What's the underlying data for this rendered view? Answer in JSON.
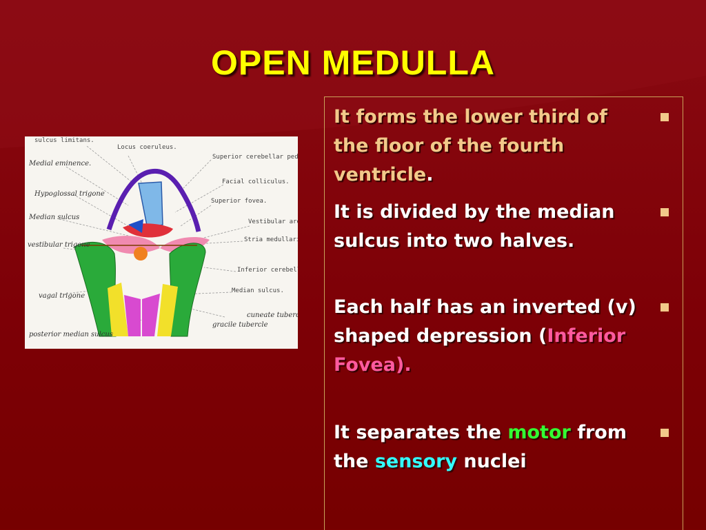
{
  "slide": {
    "title": "OPEN MEDULLA",
    "colors": {
      "background": "#7a0000",
      "title": "#ffff00",
      "bullet": "#f2c98a",
      "panel_border": "#c9a35a",
      "pink_highlight": "#ff5a9e",
      "motor_green": "#33ff33",
      "sensory_cyan": "#33ffff"
    }
  },
  "figure": {
    "labels": {
      "sulcus_limitans": "sulcus limitans.",
      "locus_coeruleus": "Locus coeruleus.",
      "superior_cerebellar_peduncle": "Superior cerebellar peduncle.",
      "medial_eminence": "Medial eminence.",
      "facial_colliculus": "Facial colliculus.",
      "superior_fovea": "Superior fovea.",
      "hypoglossal_trigone": "Hypoglossal trigone",
      "median_sulcus": "Median sulcus",
      "vestibular_area": "Vestibular area.",
      "vestibular_trigone": "vestibular trigone",
      "stria_medullaris": "Stria medullaris",
      "inferior_cerebellar_peduncle": "Inferior cerebellar peduncle.",
      "vagal_trigone": "vagal trigone",
      "median_sulcus_2": "Median sulcus.",
      "posterior_median_sulcus": "posterior median sulcus",
      "gracile_tubercle": "gracile tubercle",
      "cuneate_tubercle": "cuneate tubercle"
    }
  },
  "points": [
    {
      "segments": [
        {
          "text": "It forms the lower third of the floor of the fourth ventricle",
          "style": "tan"
        },
        {
          "text": ".",
          "style": "plain"
        }
      ]
    },
    {
      "segments": [
        {
          "text": "It is divided by the median sulcus into two halves.",
          "style": "plain"
        }
      ]
    },
    {
      "segments": [
        {
          "text": "Each half has an inverted (v)  shaped depression (",
          "style": "plain"
        },
        {
          "text": "Inferior Fovea).",
          "style": "pink"
        }
      ]
    },
    {
      "segments": [
        {
          "text": "It separates the ",
          "style": "plain"
        },
        {
          "text": "motor",
          "style": "green"
        },
        {
          "text": " from  the ",
          "style": "plain"
        },
        {
          "text": "sensory",
          "style": "cyan"
        },
        {
          "text": " nuclei",
          "style": "plain"
        }
      ]
    }
  ]
}
